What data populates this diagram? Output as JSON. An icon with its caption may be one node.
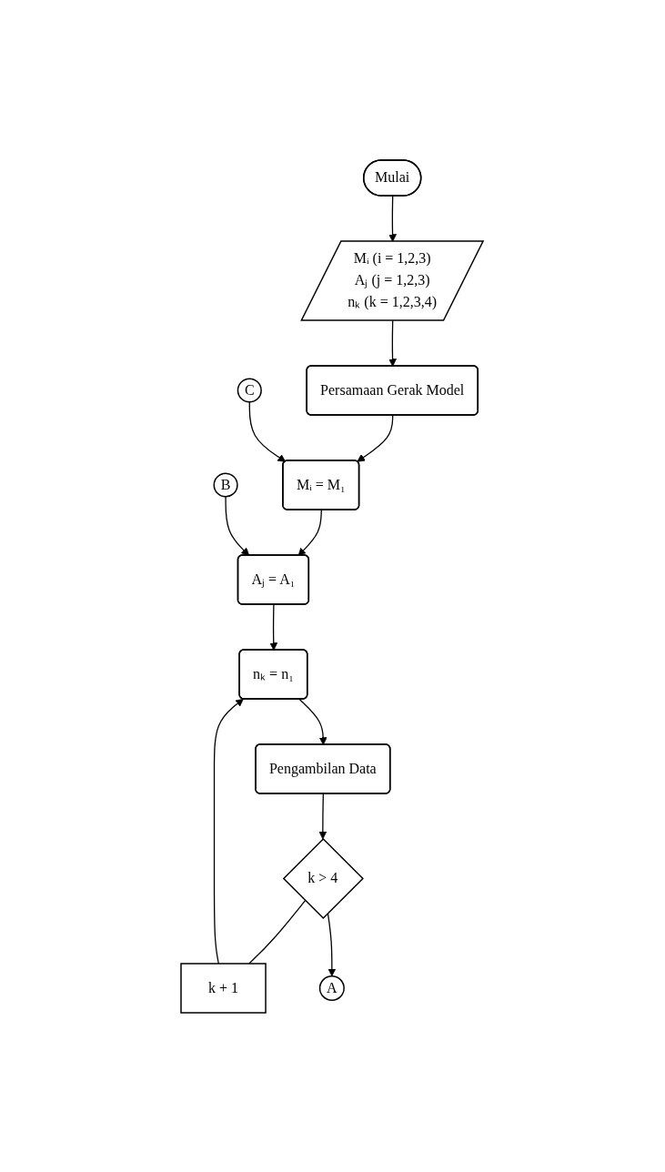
{
  "diagram": {
    "nodes": [
      {
        "text": [
          "Mulai"
        ]
      },
      {
        "text": [
          "Mᵢ (i = 1,2,3)",
          "Aⱼ (j = 1,2,3)",
          "nₖ (k = 1,2,3,4)"
        ]
      },
      {
        "text": [
          "Persamaan Gerak Model"
        ]
      },
      {
        "text": [
          "Mᵢ = M₁"
        ]
      },
      {
        "text": [
          "Aⱼ = A₁"
        ]
      },
      {
        "text": [
          "nₖ = n₁"
        ]
      },
      {
        "text": [
          "Pengambilan Data"
        ]
      },
      {
        "text": [
          "k > 4"
        ]
      },
      {
        "text": [
          "k + 1"
        ]
      },
      {
        "text": [
          "A"
        ]
      },
      {
        "text": [
          "B"
        ]
      },
      {
        "text": [
          "C"
        ]
      }
    ],
    "edges": [
      {
        "from": 0,
        "to": 1,
        "arrow": "to"
      },
      {
        "from": 1,
        "to": 2,
        "arrow": "to"
      },
      {
        "from": 2,
        "to": 3,
        "arrow": "to"
      },
      {
        "from": 3,
        "to": 4,
        "arrow": "to"
      },
      {
        "from": 4,
        "to": 5,
        "arrow": "to"
      },
      {
        "from": 5,
        "to": 6,
        "arrow": "to"
      },
      {
        "from": 6,
        "to": 7,
        "arrow": "to"
      },
      {
        "from": 7,
        "to": 8,
        "arrow": "none"
      },
      {
        "from": 8,
        "to": 5,
        "arrow": "to"
      },
      {
        "from": 7,
        "to": 9,
        "arrow": "to"
      },
      {
        "from": 10,
        "to": 4,
        "arrow": "to"
      },
      {
        "from": 11,
        "to": 3,
        "arrow": "to"
      }
    ]
  }
}
